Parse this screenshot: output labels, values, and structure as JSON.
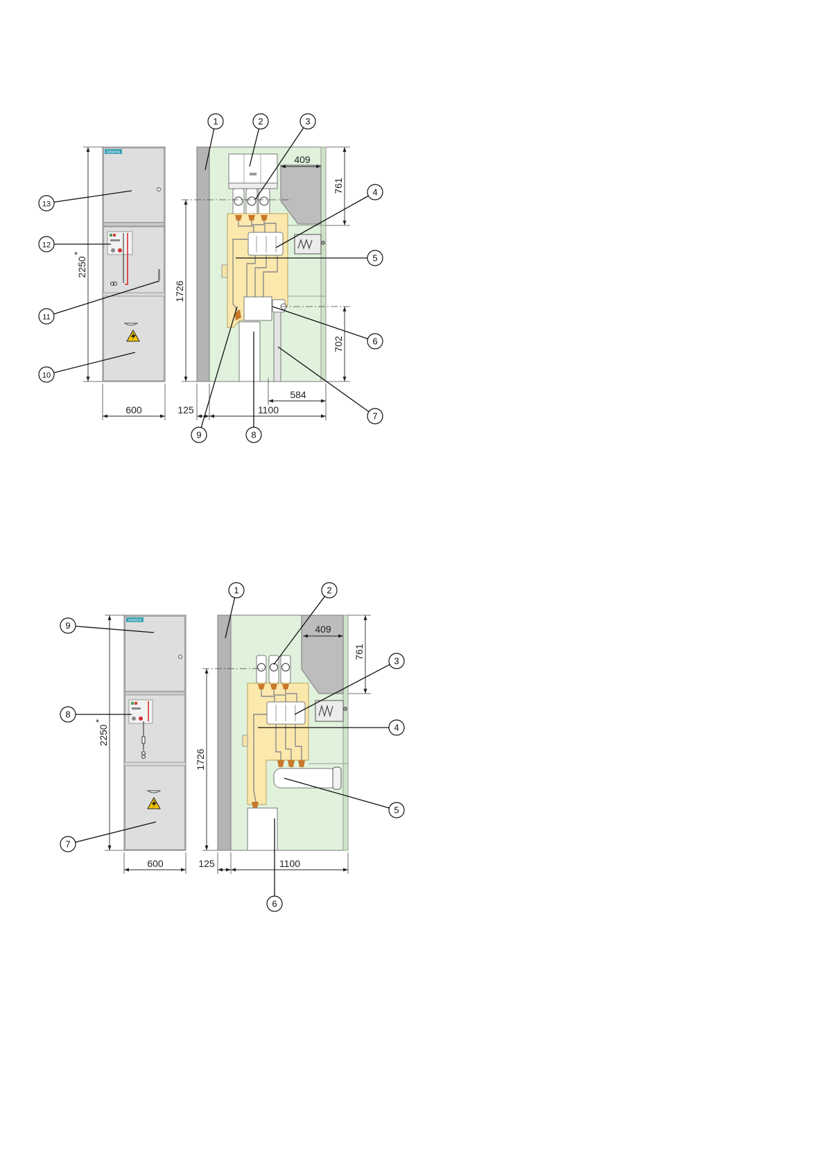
{
  "figure_1": {
    "front_view": {
      "logo": "SIEMENS",
      "height_dim": "2250",
      "height_note": "*",
      "width_dim": "600"
    },
    "side_view": {
      "base_dim": "125",
      "depth_dim": "1100",
      "height_dim": "1726",
      "top_dim": "761",
      "top_width_dim": "409",
      "bottom_dim": "702",
      "bottom_width_dim": "584"
    },
    "callouts": [
      "1",
      "2",
      "3",
      "4",
      "5",
      "6",
      "7",
      "8",
      "9",
      "10",
      "11",
      "12",
      "13"
    ]
  },
  "figure_2": {
    "front_view": {
      "logo": "SIEMENS",
      "height_dim": "2250",
      "height_note": "*",
      "width_dim": "600"
    },
    "side_view": {
      "base_dim": "125",
      "depth_dim": "1100",
      "height_dim": "1726",
      "top_dim": "761",
      "top_width_dim": "409"
    },
    "callouts": [
      "1",
      "2",
      "3",
      "4",
      "5",
      "6",
      "7",
      "8",
      "9"
    ]
  },
  "colors": {
    "panel_gray": "#d8d8d8",
    "door_gray": "#dedede",
    "side_wall_gray": "#b4b4b4",
    "compartment_green": "#e0f2dc",
    "gas_tank_yellow": "#fbe8ad",
    "bushing_orange": "#c8782a",
    "warning_yellow": "#f5c400",
    "logo_teal": "#3aa0b4",
    "mimic_red": "#d42222"
  }
}
